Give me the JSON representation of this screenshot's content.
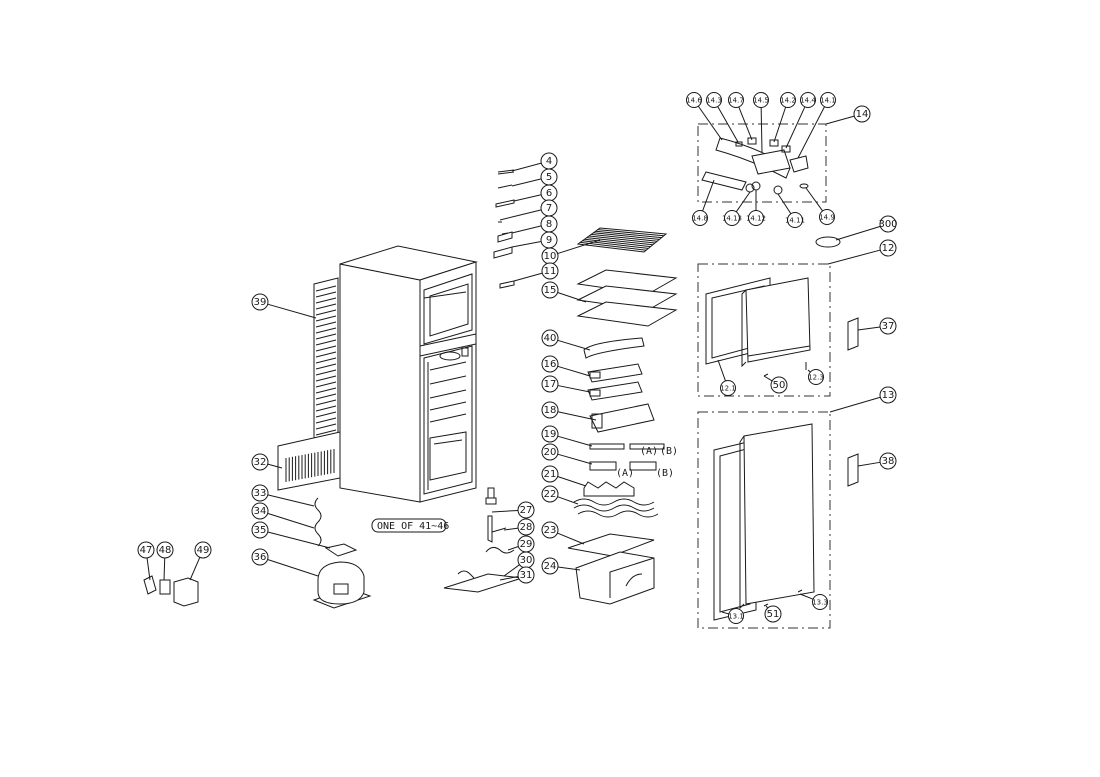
{
  "labels": {
    "l4": "4",
    "l5": "5",
    "l6": "6",
    "l7": "7",
    "l8": "8",
    "l9": "9",
    "l10": "10",
    "l11": "11",
    "l12": "12",
    "l13": "13",
    "l14": "14",
    "l15": "15",
    "l16": "16",
    "l17": "17",
    "l18": "18",
    "l19": "19",
    "l20": "20",
    "l21": "21",
    "l22": "22",
    "l23": "23",
    "l24": "24",
    "l27": "27",
    "l28": "28",
    "l29": "29",
    "l30": "30",
    "l31": "31",
    "l32": "32",
    "l33": "33",
    "l34": "34",
    "l35": "35",
    "l36": "36",
    "l37": "37",
    "l38": "38",
    "l39": "39",
    "l40": "40",
    "l47": "47",
    "l48": "48",
    "l49": "49",
    "l50": "50",
    "l51": "51",
    "l300": "300",
    "l14_1": "14.1",
    "l14_2": "14.2",
    "l14_3": "14.3",
    "l14_4": "14.4",
    "l14_5": "14.5",
    "l14_6": "14.6",
    "l14_7": "14.7",
    "l14_8": "14.8",
    "l14_9": "14.9",
    "l14_11": "14.11",
    "l14_12": "14.12",
    "l14_13": "14.13",
    "l12_1": "12.1",
    "l12_3": "12.3",
    "l13_1": "13.1",
    "l13_3": "13.3"
  },
  "notes": {
    "one_of": "ONE OF 41~46",
    "variant_a1": "(A)",
    "variant_b1": "(B)",
    "variant_a2": "(A)",
    "variant_b2": "(B)"
  }
}
